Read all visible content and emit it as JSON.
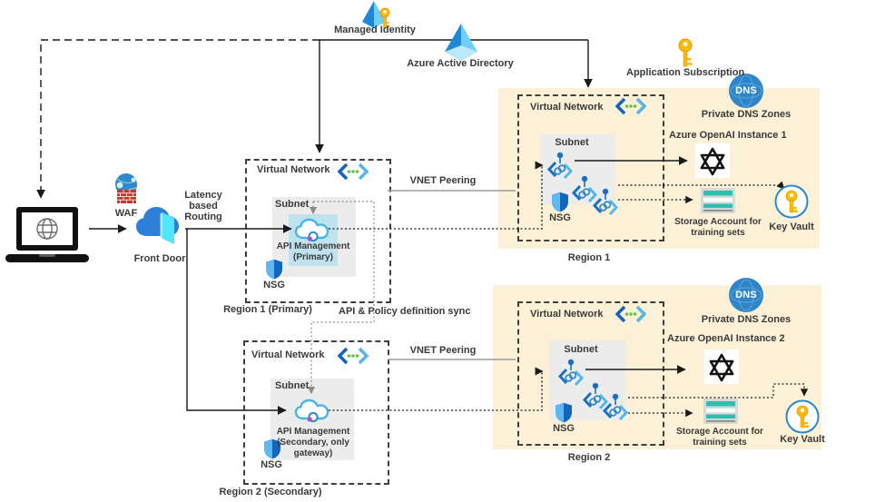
{
  "colors": {
    "region_bg": "#fcf0d6",
    "accent_blue": "#0078d4",
    "dns_blue": "#2e86c8",
    "key_yellow": "#ffb900",
    "storage_teal": "#2fbfae",
    "apim_highlight": "#bfe2ef"
  },
  "identity": {
    "managed_identity": "Managed Identity",
    "azure_ad": "Azure Active Directory",
    "app_subscription": "Application Subscription"
  },
  "edge": {
    "waf": "WAF",
    "front_door": "Front Door",
    "latency": [
      "Latency",
      "based",
      "Routing"
    ]
  },
  "links": {
    "vnet_peering_1": "VNET Peering",
    "vnet_peering_2": "VNET Peering",
    "api_sync": "API & Policy definition sync"
  },
  "apim_primary": {
    "vnet": "Virtual Network",
    "subnet": "Subnet",
    "apim": [
      "API Management",
      "(Primary)"
    ],
    "nsg": "NSG",
    "caption": "Region 1 (Primary)"
  },
  "apim_secondary": {
    "vnet": "Virtual Network",
    "subnet": "Subnet",
    "apim": [
      "API Management",
      "(Secondary, only",
      "gateway)"
    ],
    "nsg": "NSG",
    "caption": "Region 2 (Secondary)"
  },
  "region1": {
    "dns_badge": "DNS",
    "dns": "Private DNS Zones",
    "vnet": "Virtual Network",
    "subnet": "Subnet",
    "nsg": "NSG",
    "openai": "Azure OpenAI Instance 1",
    "storage": [
      "Storage Account for",
      "training sets"
    ],
    "keyvault": "Key Vault",
    "caption": "Region 1"
  },
  "region2": {
    "dns_badge": "DNS",
    "dns": "Private DNS Zones",
    "vnet": "Virtual Network",
    "subnet": "Subnet",
    "nsg": "NSG",
    "openai": "Azure OpenAI Instance 2",
    "storage": [
      "Storage Account for",
      "training sets"
    ],
    "keyvault": "Key Vault",
    "caption": "Region 2"
  }
}
